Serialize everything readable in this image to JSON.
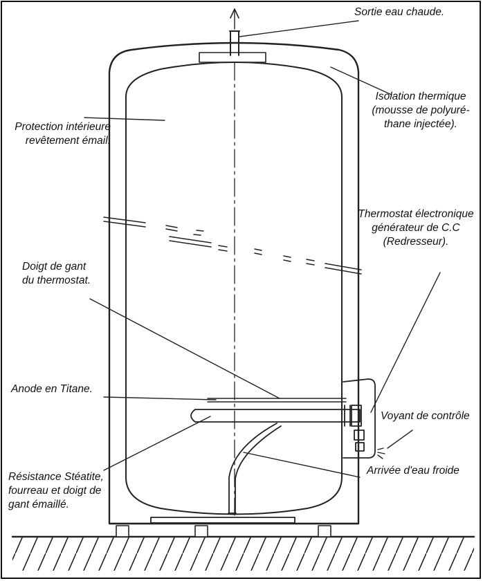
{
  "labels": {
    "hot_outlet": "Sortie eau chaude.",
    "insulation": [
      "Isolation thermique",
      "(mousse de polyuré-",
      "thane injectée)."
    ],
    "inner_protection": [
      "Protection intérieure",
      "revêtement émail."
    ],
    "thermostat": [
      "Thermostat électronique",
      "générateur de C.C",
      "(Redresseur)."
    ],
    "thermowell": [
      "Doigt de gant",
      "du thermostat."
    ],
    "anode": "Anode en Titane.",
    "indicator": "Voyant de contrôle",
    "resistance": [
      "Résistance Stéatite,",
      "fourreau et doigt de",
      "gant émaillé."
    ],
    "cold_inlet": "Arrivée d'eau froide"
  }
}
